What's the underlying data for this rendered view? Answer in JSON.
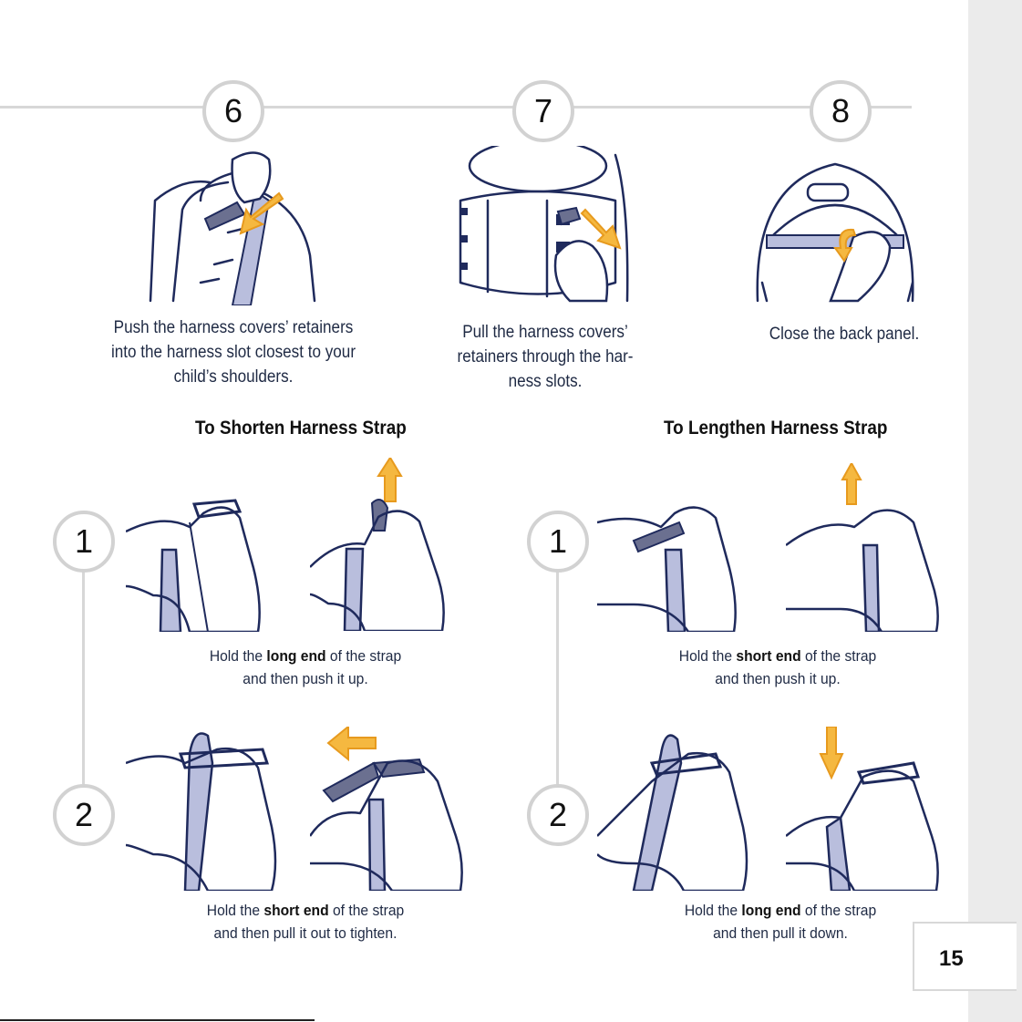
{
  "steps": [
    {
      "num": "6",
      "caption": "Push the harness covers’ retainers into the harness slot closest to your child’s shoulders."
    },
    {
      "num": "7",
      "caption": "Pull the harness covers’ retainers through the har- ness slots."
    },
    {
      "num": "8",
      "caption": "Close the back panel."
    }
  ],
  "shorten": {
    "heading": "To Shorten Harness Strap",
    "step1": {
      "num": "1",
      "pre": "Hold the ",
      "bold": "long end",
      "post": " of the strap",
      "line2": "and then push it up."
    },
    "step2": {
      "num": "2",
      "pre": "Hold the ",
      "bold": "short end",
      "post": " of the strap",
      "line2": "and then pull it out to tighten."
    }
  },
  "lengthen": {
    "heading": "To Lengthen Harness Strap",
    "step1": {
      "num": "1",
      "pre": "Hold the ",
      "bold": "short end",
      "post": " of the strap",
      "line2": "and then push it up."
    },
    "step2": {
      "num": "2",
      "pre": "Hold the ",
      "bold": "long end",
      "post": " of the strap",
      "line2": "and then pull it down."
    }
  },
  "page_number": "15",
  "colors": {
    "navy": "#1f2a5c",
    "strap": "#b9bedd",
    "arrow": "#f5b840",
    "arrow_stroke": "#e79a1e",
    "circle": "#d2d2d2"
  }
}
